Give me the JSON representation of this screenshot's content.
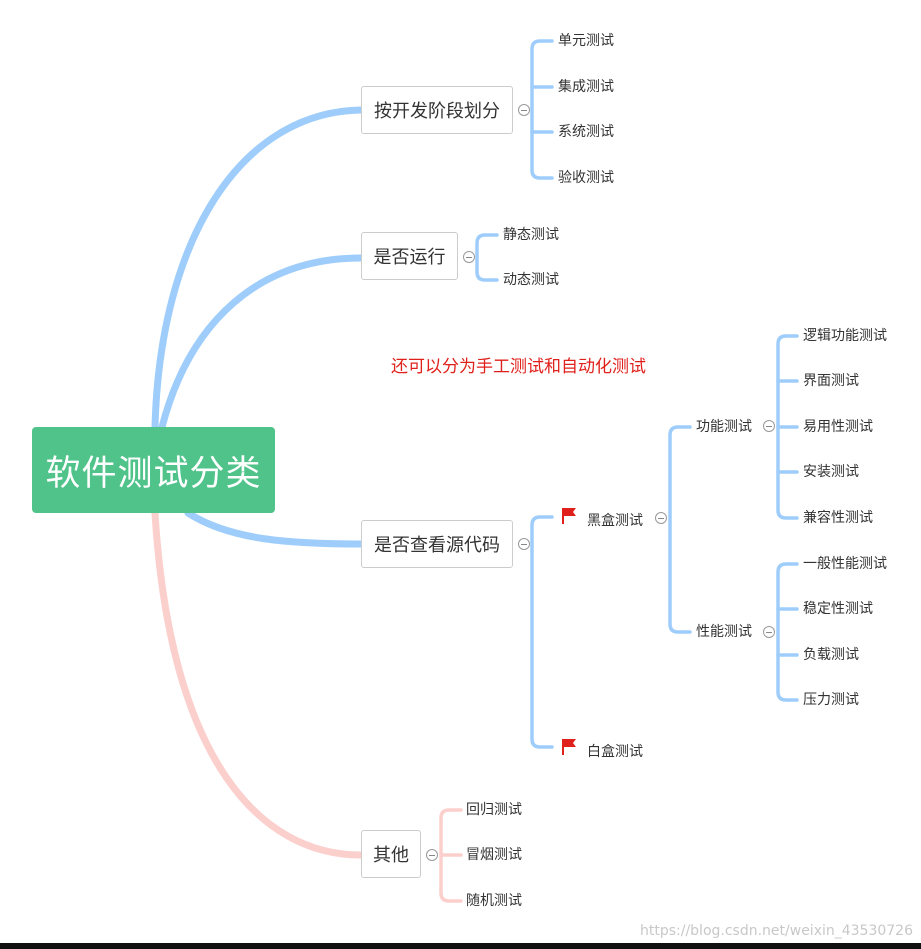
{
  "root": "软件测试分类",
  "note": "还可以分为手工测试和自动化测试",
  "branches": {
    "stage": {
      "label": "按开发阶段划分",
      "items": [
        "单元测试",
        "集成测试",
        "系统测试",
        "验收测试"
      ]
    },
    "run": {
      "label": "是否运行",
      "items": [
        "静态测试",
        "动态测试"
      ]
    },
    "source": {
      "label": "是否查看源代码",
      "blackbox": {
        "label": "黑盒测试",
        "functional": {
          "label": "功能测试",
          "items": [
            "逻辑功能测试",
            "界面测试",
            "易用性测试",
            "安装测试",
            "兼容性测试"
          ]
        },
        "performance": {
          "label": "性能测试",
          "items": [
            "一般性能测试",
            "稳定性测试",
            "负载测试",
            "压力测试"
          ]
        }
      },
      "whitebox": {
        "label": "白盒测试"
      }
    },
    "other": {
      "label": "其他",
      "items": [
        "回归测试",
        "冒烟测试",
        "随机测试"
      ]
    }
  },
  "colors": {
    "root": "#4fc38a",
    "blue_branch": "#9ecdfb",
    "pink_branch": "#fbcfcc",
    "flag": "#e0201b",
    "note": "#e0201b"
  },
  "watermark": "https://blog.csdn.net/weixin_43530726"
}
